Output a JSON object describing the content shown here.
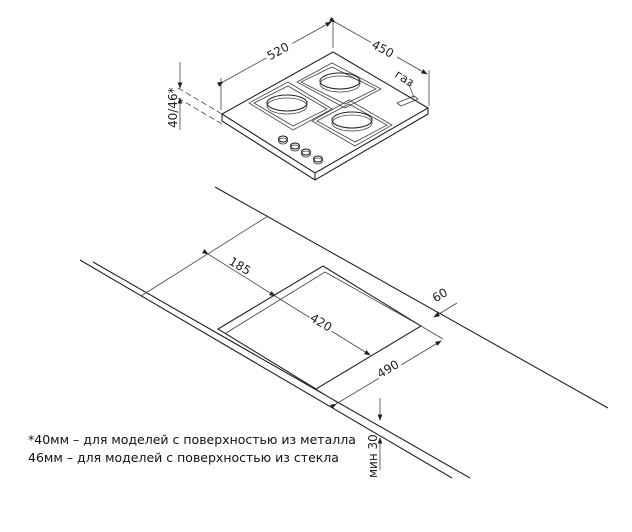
{
  "hob": {
    "width_label": "520",
    "depth_label": "450",
    "height_label": "40/46*",
    "gas_label": "газ"
  },
  "cutout": {
    "offset_front_label": "185",
    "depth_label": "420",
    "width_label": "490",
    "offset_back_label": "60",
    "min_thickness_label": "мин 30"
  },
  "notes": [
    "*40мм – для моделей  с поверхностью  из металла",
    "46мм – для моделей  с поверхностью  из стекла"
  ]
}
